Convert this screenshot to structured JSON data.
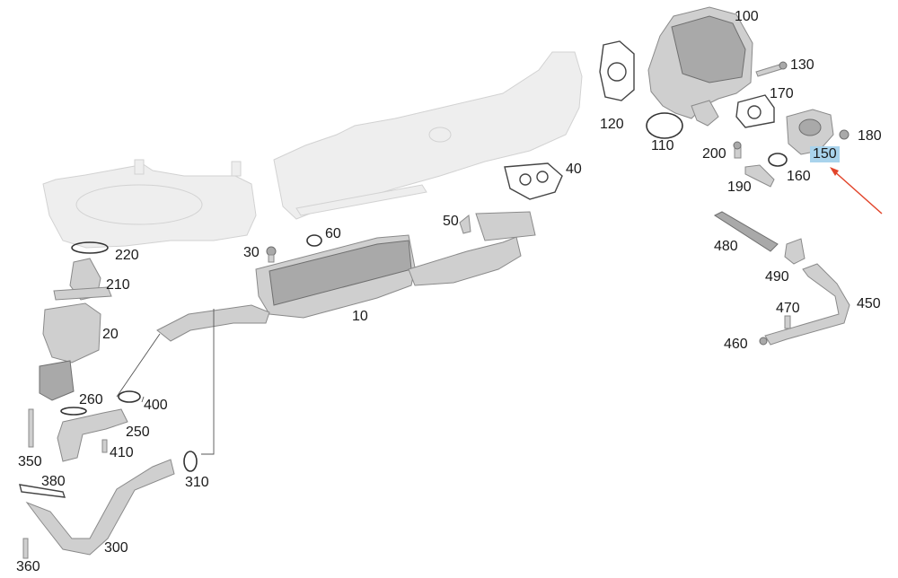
{
  "diagram": {
    "callouts": [
      {
        "id": "c10",
        "text": "10"
      },
      {
        "id": "c20",
        "text": "20"
      },
      {
        "id": "c30",
        "text": "30"
      },
      {
        "id": "c40",
        "text": "40"
      },
      {
        "id": "c50",
        "text": "50"
      },
      {
        "id": "c60",
        "text": "60"
      },
      {
        "id": "c100",
        "text": "100"
      },
      {
        "id": "c110",
        "text": "110"
      },
      {
        "id": "c120",
        "text": "120"
      },
      {
        "id": "c130",
        "text": "130"
      },
      {
        "id": "c150",
        "text": "150",
        "highlighted": true
      },
      {
        "id": "c160",
        "text": "160"
      },
      {
        "id": "c170",
        "text": "170"
      },
      {
        "id": "c180",
        "text": "180"
      },
      {
        "id": "c190",
        "text": "190"
      },
      {
        "id": "c200",
        "text": "200"
      },
      {
        "id": "c210",
        "text": "210"
      },
      {
        "id": "c220",
        "text": "220"
      },
      {
        "id": "c250",
        "text": "250"
      },
      {
        "id": "c260",
        "text": "260"
      },
      {
        "id": "c300",
        "text": "300"
      },
      {
        "id": "c310",
        "text": "310"
      },
      {
        "id": "c350",
        "text": "350"
      },
      {
        "id": "c360",
        "text": "360"
      },
      {
        "id": "c380",
        "text": "380"
      },
      {
        "id": "c400",
        "text": "400"
      },
      {
        "id": "c410",
        "text": "410"
      },
      {
        "id": "c450",
        "text": "450"
      },
      {
        "id": "c460",
        "text": "460"
      },
      {
        "id": "c470",
        "text": "470"
      },
      {
        "id": "c480",
        "text": "480"
      },
      {
        "id": "c490",
        "text": "490"
      }
    ],
    "colors": {
      "highlight_bg": "#a9d3ec",
      "pointer_arrow": "#e2452b",
      "part_fill": "#cfcfcf",
      "ghost_fill": "#eeeeee"
    }
  }
}
